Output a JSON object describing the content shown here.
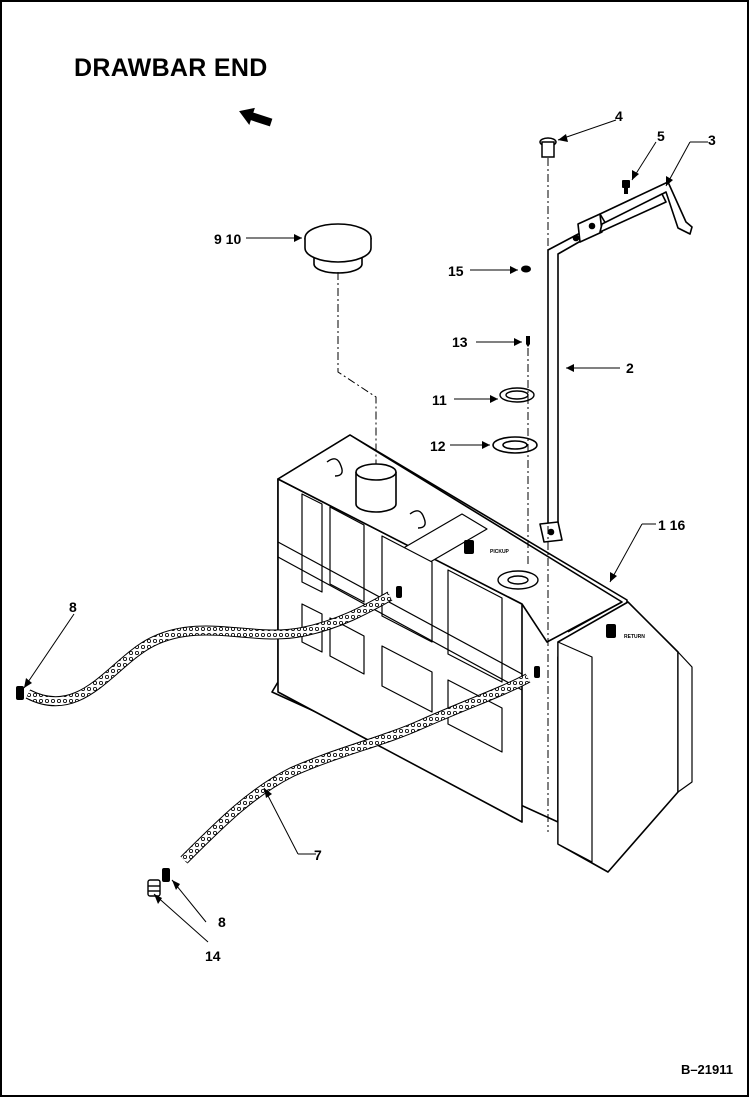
{
  "header": {
    "title": "DRAWBAR END"
  },
  "callouts": {
    "c1": "4",
    "c2": "5",
    "c3": "3",
    "c4": "9 10",
    "c5": "15",
    "c6": "13",
    "c7": "2",
    "c8": "11",
    "c9": "12",
    "c10": "1 16",
    "c11": "8",
    "c12": "7",
    "c13": "8",
    "c14": "14"
  },
  "tank_labels": {
    "pickup": "PICKUP",
    "return": "RETURN"
  },
  "footer": {
    "doc_number": "B–21911"
  }
}
